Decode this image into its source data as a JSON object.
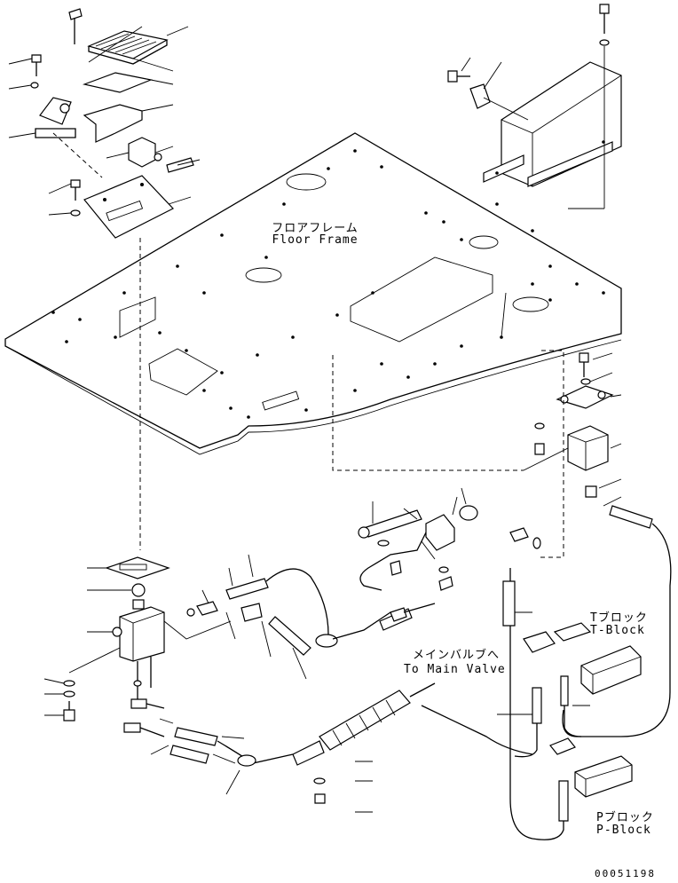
{
  "labels": {
    "floor_frame_jp": "フロアフレーム",
    "floor_frame_en": "Floor Frame",
    "main_valve_jp": "メインバルブへ",
    "main_valve_en": "To Main Valve",
    "t_block_jp": "Tブロック",
    "t_block_en": "T-Block",
    "p_block_jp": "Pブロック",
    "p_block_en": "P-Block",
    "drawing_number": "00051198"
  }
}
